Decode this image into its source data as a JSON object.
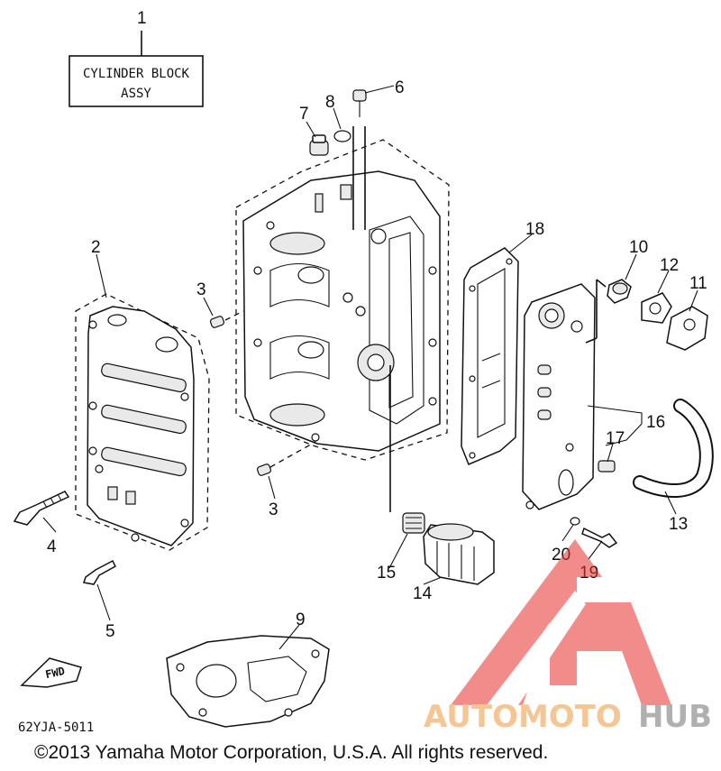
{
  "title_box": {
    "line1": "CYLINDER BLOCK",
    "line2": "ASSY"
  },
  "part_numbers": [
    "1",
    "2",
    "3",
    "3",
    "4",
    "5",
    "6",
    "7",
    "8",
    "9",
    "10",
    "11",
    "12",
    "13",
    "14",
    "15",
    "16",
    "17",
    "18",
    "19",
    "20"
  ],
  "fwd_label": "FWD",
  "diagram_code": "62YJA-5011",
  "watermark": {
    "part1": "AUTOMOTO",
    "part2": "HUB",
    "color1": "#f3b777",
    "color2": "#9a9a9a",
    "logo_color": "#e8332f"
  },
  "copyright": "©2013 Yamaha Motor Corporation, U.S.A. All rights reserved."
}
